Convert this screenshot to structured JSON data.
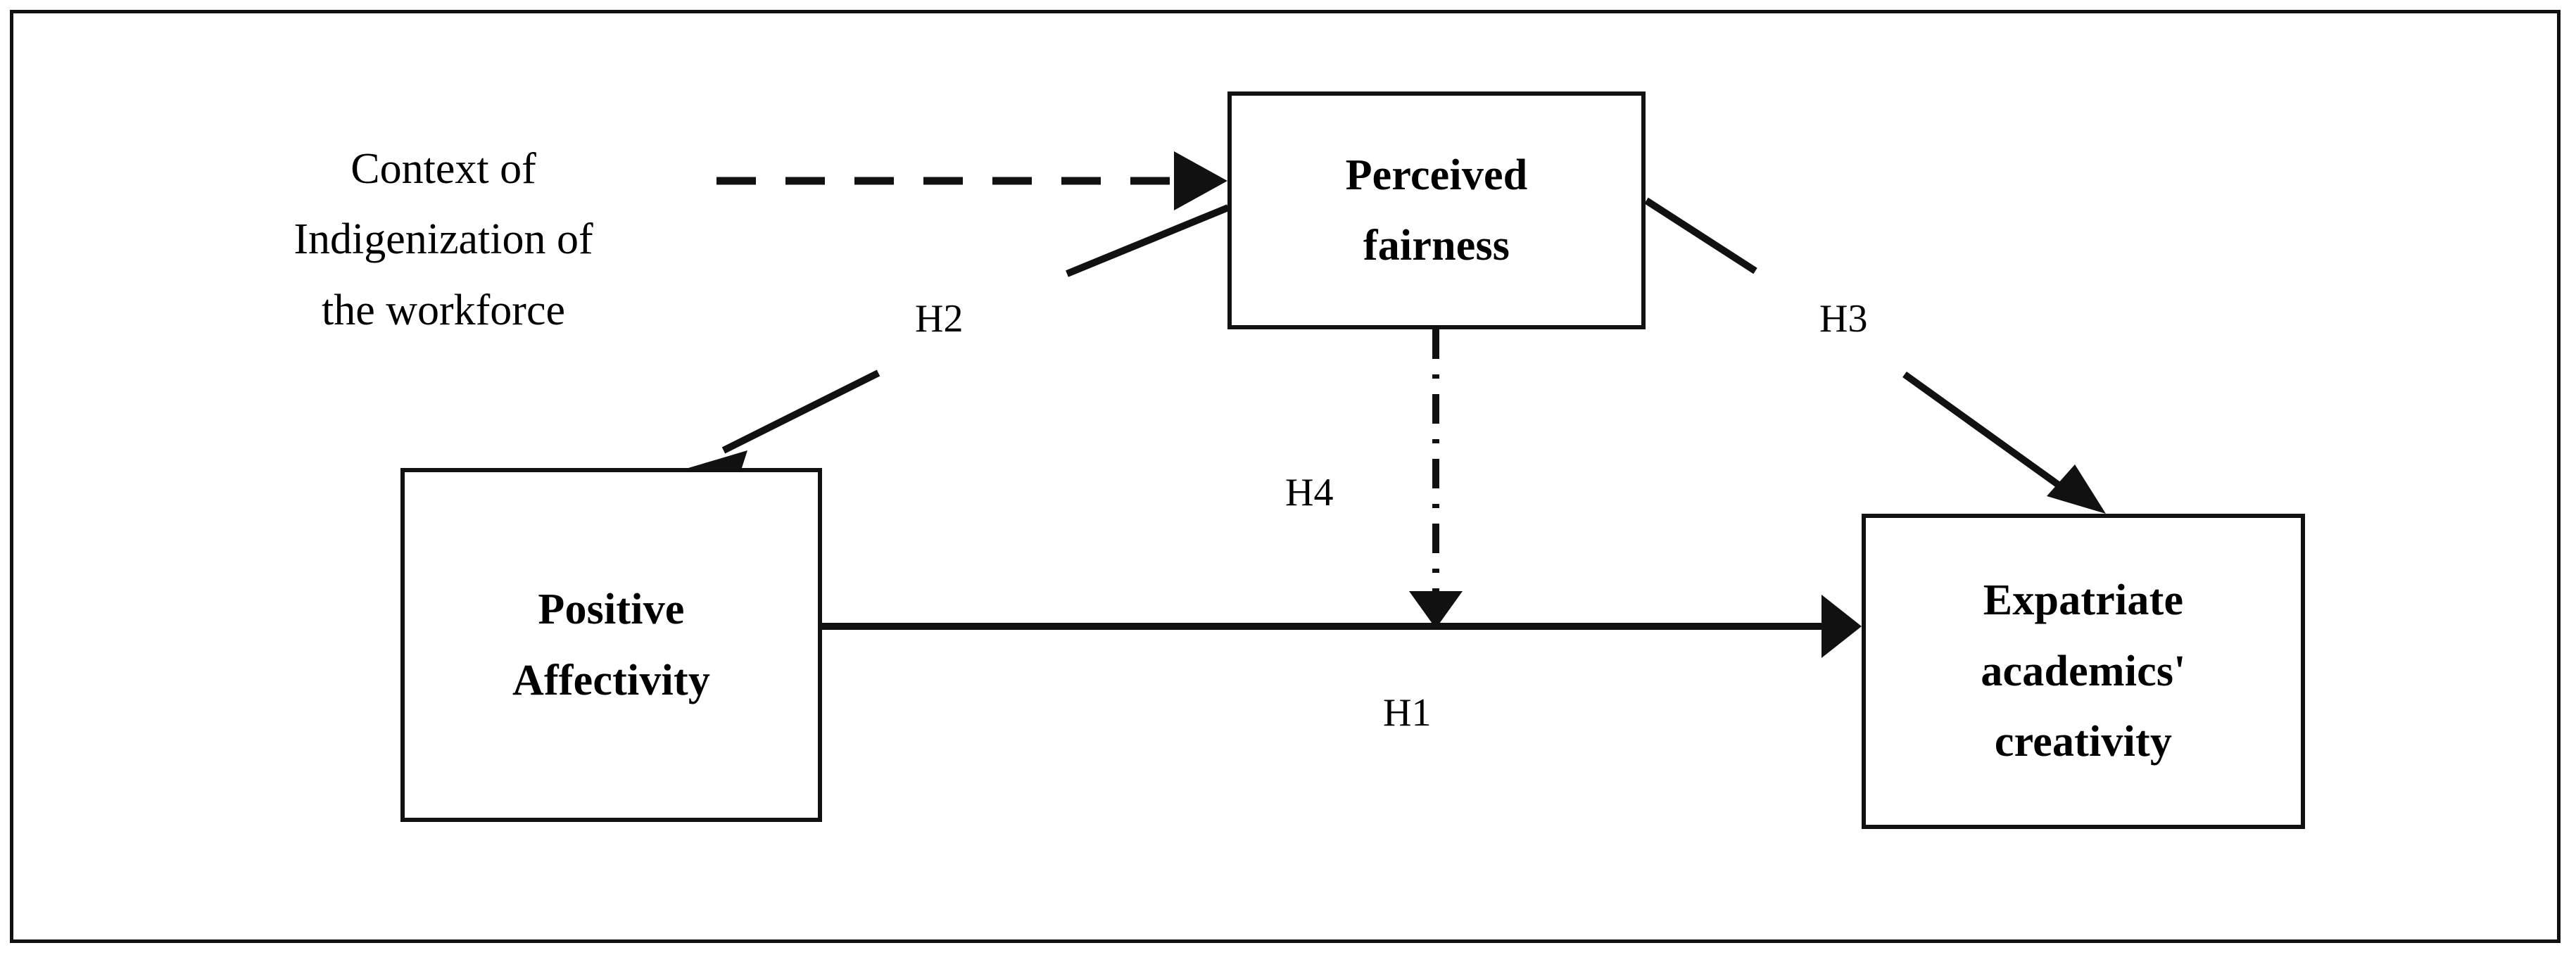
{
  "figure": {
    "type": "conceptual-research-model",
    "background_color": "#ffffff",
    "line_color": "#111111"
  },
  "context_label": {
    "name": "context-of-indigenization",
    "lines": [
      "Context of",
      "Indigenization of",
      "the workforce"
    ]
  },
  "boxes": [
    {
      "id": "perceived-fairness",
      "lines": [
        "Perceived",
        "fairness"
      ]
    },
    {
      "id": "positive-affectivity",
      "lines": [
        "Positive",
        "Affectivity"
      ]
    },
    {
      "id": "expatriate-creativity",
      "lines": [
        "Expatriate",
        "academics'",
        "creativity"
      ]
    }
  ],
  "hypotheses": [
    {
      "id": "H1",
      "label": "H1",
      "from": "positive-affectivity",
      "to": "expatriate-creativity",
      "line_style": "solid",
      "arrow": "single"
    },
    {
      "id": "H2",
      "label": "H2",
      "from": "perceived-fairness",
      "to": "positive-affectivity",
      "line_style": "solid",
      "arrow": "single"
    },
    {
      "id": "H3",
      "label": "H3",
      "from": "perceived-fairness",
      "to": "expatriate-creativity",
      "line_style": "solid",
      "arrow": "single"
    },
    {
      "id": "H4",
      "label": "H4",
      "from": "perceived-fairness",
      "to": "H1-path",
      "line_style": "dash-dot",
      "arrow": "single",
      "role": "moderation"
    },
    {
      "id": "context-link",
      "label": "",
      "from": "context-of-indigenization",
      "to": "perceived-fairness",
      "line_style": "dashed",
      "arrow": "single"
    }
  ]
}
